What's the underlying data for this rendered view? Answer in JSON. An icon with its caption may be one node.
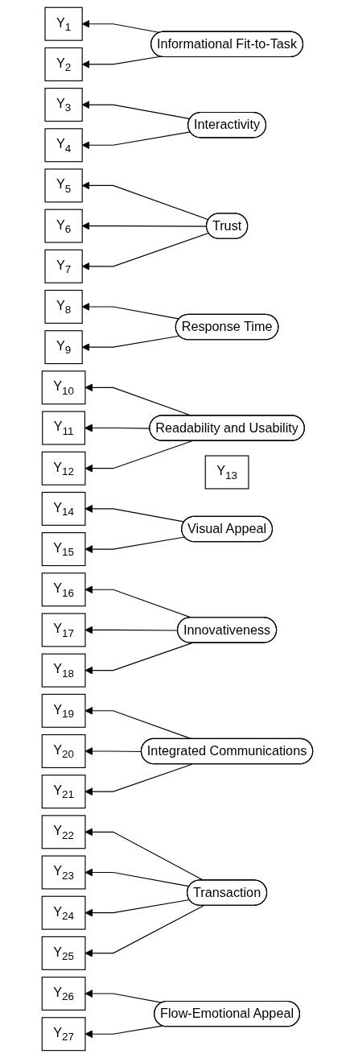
{
  "diagram": {
    "nodes": [
      {
        "text": [
          "Y$_{1}$"
        ]
      },
      {
        "text": [
          "Y$_{2}$"
        ]
      },
      {
        "text": [
          "Informational Fit-to-Task"
        ]
      },
      {
        "text": [
          "Y$_{3}$"
        ]
      },
      {
        "text": [
          "Y$_{4}$"
        ]
      },
      {
        "text": [
          "Interactivity"
        ]
      },
      {
        "text": [
          "Y$_{5}$"
        ]
      },
      {
        "text": [
          "Y$_{6}$"
        ]
      },
      {
        "text": [
          "Y$_{7}$"
        ]
      },
      {
        "text": [
          "Trust"
        ]
      },
      {
        "text": [
          "Y$_{8}$"
        ]
      },
      {
        "text": [
          "Y$_{9}$"
        ]
      },
      {
        "text": [
          "Response Time"
        ]
      },
      {
        "text": [
          "Y$_{10}$"
        ]
      },
      {
        "text": [
          "Y$_{11}$"
        ]
      },
      {
        "text": [
          "Y$_{12}$"
        ]
      },
      {
        "text": [
          "Readability and Usability"
        ]
      },
      {
        "text": [
          "Y$_{13}$"
        ]
      },
      {
        "text": [
          "Y$_{14}$"
        ]
      },
      {
        "text": [
          "Y$_{15}$"
        ]
      },
      {
        "text": [
          "Visual Appeal"
        ]
      },
      {
        "text": [
          "Y$_{16}$"
        ]
      },
      {
        "text": [
          "Y$_{17}$"
        ]
      },
      {
        "text": [
          "Y$_{18}$"
        ]
      },
      {
        "text": [
          "Innovativeness"
        ]
      },
      {
        "text": [
          "Y$_{19}$"
        ]
      },
      {
        "text": [
          "Y$_{20}$"
        ]
      },
      {
        "text": [
          "Y$_{21}$"
        ]
      },
      {
        "text": [
          "Integrated Communications"
        ]
      },
      {
        "text": [
          "Y$_{22}$"
        ]
      },
      {
        "text": [
          "Y$_{23}$"
        ]
      },
      {
        "text": [
          "Y$_{24}$"
        ]
      },
      {
        "text": [
          "Y$_{25}$"
        ]
      },
      {
        "text": [
          "Transaction"
        ]
      },
      {
        "text": [
          "Y$_{26}$"
        ]
      },
      {
        "text": [
          "Y$_{27}$"
        ]
      },
      {
        "text": [
          "Flow-Emotional Appeal"
        ]
      }
    ],
    "edges": [
      {
        "from": 2,
        "to": 0,
        "arrow": "to"
      },
      {
        "from": 2,
        "to": 1,
        "arrow": "to"
      },
      {
        "from": 5,
        "to": 3,
        "arrow": "to"
      },
      {
        "from": 5,
        "to": 4,
        "arrow": "to"
      },
      {
        "from": 9,
        "to": 6,
        "arrow": "to"
      },
      {
        "from": 9,
        "to": 7,
        "arrow": "to"
      },
      {
        "from": 9,
        "to": 8,
        "arrow": "to"
      },
      {
        "from": 12,
        "to": 10,
        "arrow": "to"
      },
      {
        "from": 12,
        "to": 11,
        "arrow": "to"
      },
      {
        "from": 16,
        "to": 13,
        "arrow": "to"
      },
      {
        "from": 16,
        "to": 14,
        "arrow": "to"
      },
      {
        "from": 16,
        "to": 15,
        "arrow": "to"
      },
      {
        "from": 20,
        "to": 18,
        "arrow": "to"
      },
      {
        "from": 20,
        "to": 19,
        "arrow": "to"
      },
      {
        "from": 24,
        "to": 21,
        "arrow": "to"
      },
      {
        "from": 24,
        "to": 22,
        "arrow": "to"
      },
      {
        "from": 24,
        "to": 23,
        "arrow": "to"
      },
      {
        "from": 28,
        "to": 25,
        "arrow": "to"
      },
      {
        "from": 28,
        "to": 26,
        "arrow": "to"
      },
      {
        "from": 28,
        "to": 27,
        "arrow": "to"
      },
      {
        "from": 33,
        "to": 29,
        "arrow": "to"
      },
      {
        "from": 33,
        "to": 30,
        "arrow": "to"
      },
      {
        "from": 33,
        "to": 31,
        "arrow": "to"
      },
      {
        "from": 33,
        "to": 32,
        "arrow": "to"
      },
      {
        "from": 36,
        "to": 34,
        "arrow": "to"
      },
      {
        "from": 36,
        "to": 35,
        "arrow": "to"
      }
    ]
  }
}
